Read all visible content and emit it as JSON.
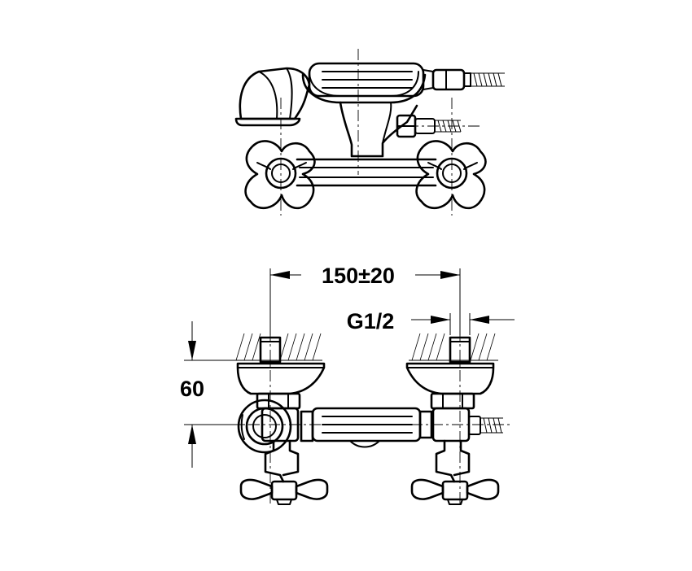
{
  "dimensions": {
    "spacing": "150±20",
    "thread": "G1/2",
    "depth": "60"
  }
}
